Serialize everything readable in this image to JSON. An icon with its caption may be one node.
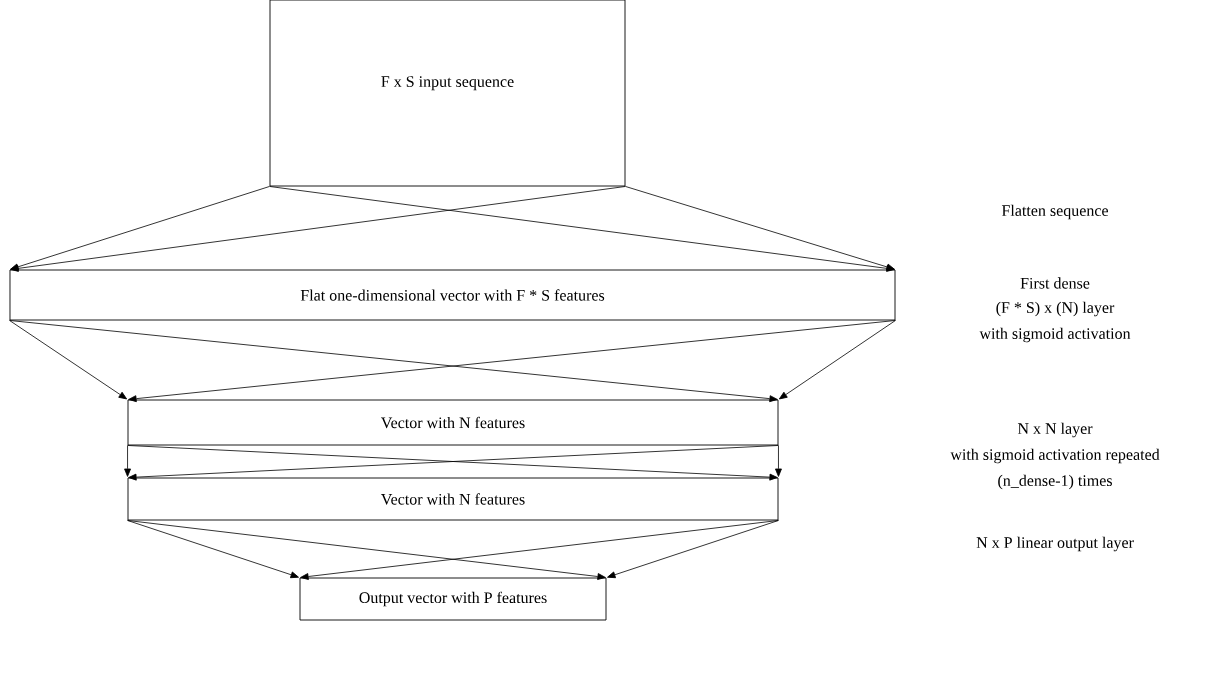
{
  "diagram": {
    "nodes": [
      {
        "text": [
          "F x S input sequence"
        ]
      },
      {
        "text": [
          "Flat one-dimensional vector with F * S features"
        ]
      },
      {
        "text": [
          "Vector with N features"
        ]
      },
      {
        "text": [
          "Vector with N features"
        ]
      },
      {
        "text": [
          "Output vector with P features"
        ]
      }
    ],
    "edges": [
      {
        "from": 0,
        "to": 1,
        "arrow": "to"
      },
      {
        "from": 0,
        "to": 1,
        "arrow": "to"
      },
      {
        "from": 0,
        "to": 1,
        "arrow": "to"
      },
      {
        "from": 0,
        "to": 1,
        "arrow": "to"
      },
      {
        "from": 1,
        "to": 2,
        "arrow": "to"
      },
      {
        "from": 1,
        "to": 2,
        "arrow": "to"
      },
      {
        "from": 1,
        "to": 2,
        "arrow": "to"
      },
      {
        "from": 1,
        "to": 2,
        "arrow": "to"
      },
      {
        "from": 2,
        "to": 3,
        "arrow": "to"
      },
      {
        "from": 2,
        "to": 3,
        "arrow": "to"
      },
      {
        "from": 2,
        "to": 3,
        "arrow": "to"
      },
      {
        "from": 2,
        "to": 3,
        "arrow": "to"
      },
      {
        "from": 3,
        "to": 4,
        "arrow": "to"
      },
      {
        "from": 3,
        "to": 4,
        "arrow": "to"
      },
      {
        "from": 3,
        "to": 4,
        "arrow": "to"
      },
      {
        "from": 3,
        "to": 4,
        "arrow": "to"
      }
    ],
    "labels": [
      "Flatten sequence",
      "First dense",
      "(F * S) x (N) layer",
      "with sigmoid activation",
      "N x N layer",
      "with sigmoid activation repeated",
      "(n_dense-1) times",
      "N x P linear output layer"
    ]
  }
}
